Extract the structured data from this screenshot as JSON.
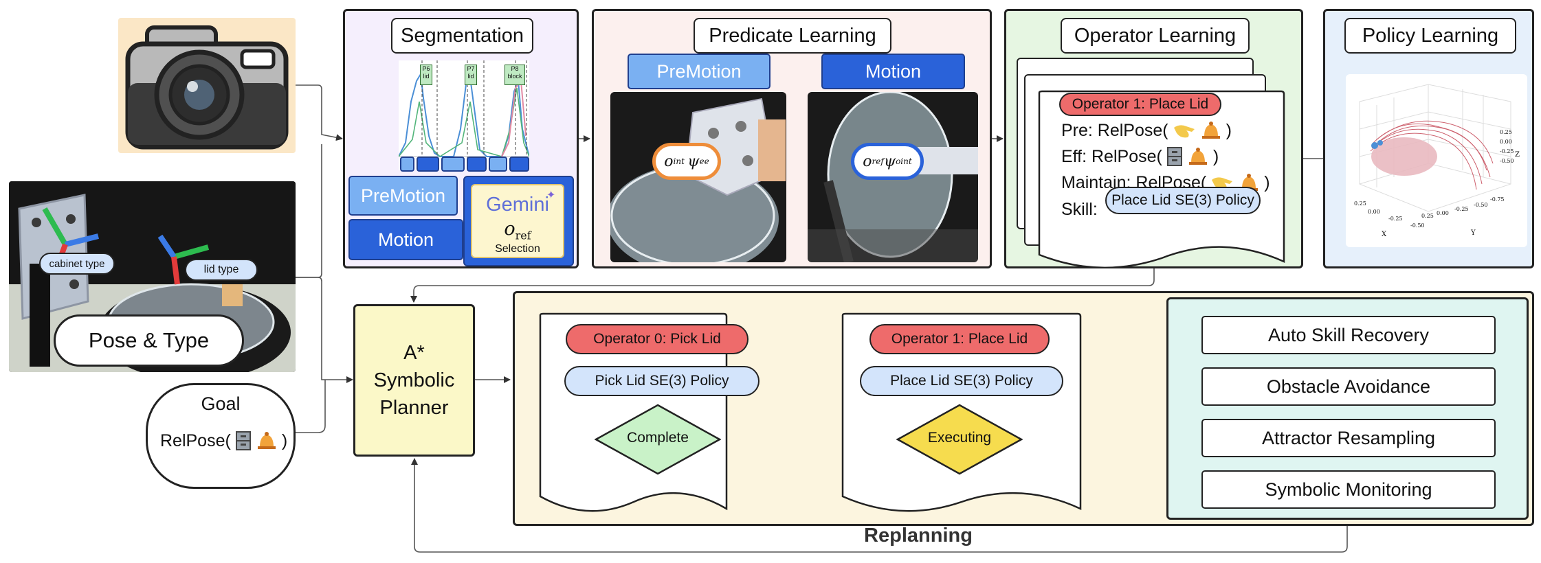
{
  "segmentation": {
    "title": "Segmentation",
    "tags": [
      "P6\nlid",
      "P7\nlid",
      "P8\nblock"
    ],
    "premotion": "PreMotion",
    "motion": "Motion",
    "gemini": "Gemini",
    "oref_label": "o",
    "oref_sub": "ref",
    "selection": "Selection"
  },
  "predicate": {
    "title": "Predicate Learning",
    "premotion": "PreMotion",
    "motion": "Motion"
  },
  "operator": {
    "title": "Operator Learning",
    "name": "Operator 1: Place Lid",
    "pre": "Pre: RelPose(",
    "eff": "Eff: RelPose(",
    "maintain": "Maintain: RelPose(",
    "skill": "Skill:",
    "skill_policy": "Place Lid SE(3) Policy",
    "close": ")"
  },
  "policy": {
    "title": "Policy Learning",
    "tick_z": [
      "0.25",
      "0.00",
      "-0.25",
      "-0.50"
    ],
    "tick_y": [
      "0.25",
      "0.00",
      "-0.25",
      "-0.50",
      "-0.75"
    ],
    "tick_x": [
      "0.25",
      "0.00",
      "-0.25",
      "-0.50"
    ],
    "axis_x": "X",
    "axis_y": "Y",
    "axis_z": "Z"
  },
  "inputs": {
    "cabinet_type": "cabinet type",
    "lid_type": "lid type",
    "pose_type": "Pose & Type",
    "goal": "Goal",
    "goal_relpose": "RelPose(",
    "close": ")"
  },
  "planner": {
    "line1": "A*",
    "line2": "Symbolic",
    "line3": "Planner"
  },
  "execution": {
    "op0_name": "Operator 0: Pick Lid",
    "op0_policy": "Pick Lid SE(3) Policy",
    "op0_status": "Complete",
    "op1_name": "Operator 1: Place Lid",
    "op1_policy": "Place Lid SE(3) Policy",
    "op1_status": "Executing"
  },
  "monitor": {
    "items": [
      "Auto Skill Recovery",
      "Obstacle Avoidance",
      "Attractor Resampling",
      "Symbolic Monitoring"
    ]
  },
  "replanning": "Replanning",
  "colors": {
    "segmentation_bg": "#f5effd",
    "predicate_bg": "#fcf0ee",
    "operator_bg": "#e6f6e2",
    "policy_bg": "#e6f0fb",
    "execution_bg": "#fcf5df",
    "monitor_bg": "#dff5f1",
    "planner_bg": "#fbf8c8",
    "complete": "#c9f2c8",
    "executing": "#f6dc4e"
  }
}
